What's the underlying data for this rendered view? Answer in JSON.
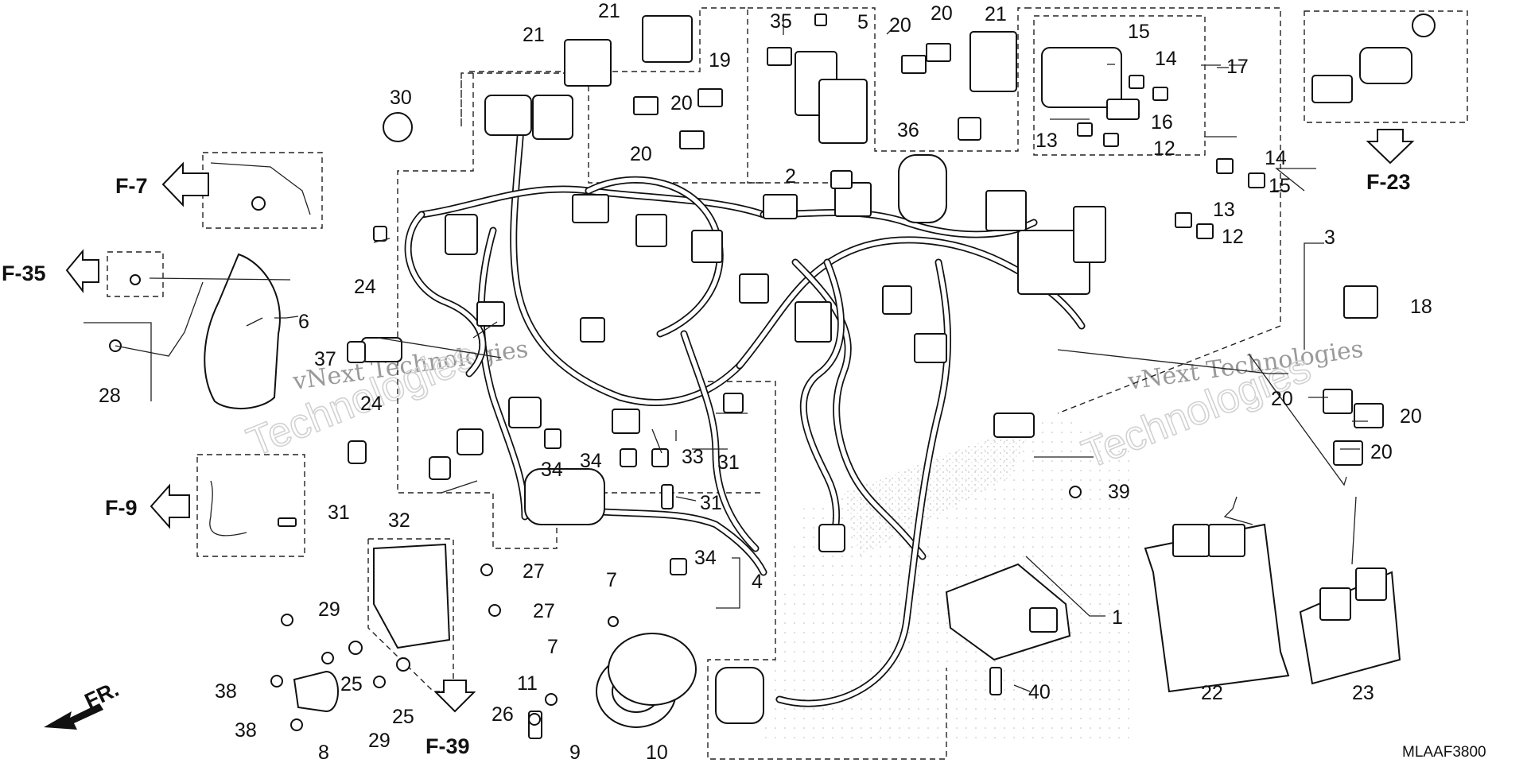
{
  "diagram": {
    "figure_code": "MLAAF3800",
    "watermark_line1": "vNext Technologies",
    "watermark_line2": "Technologies",
    "refs": {
      "f7": "F-7",
      "f35": "F-35",
      "f9": "F-9",
      "f23": "F-23",
      "f39": "F-39",
      "front": "FR."
    },
    "part_labels": [
      {
        "id": "p21a",
        "text": "21"
      },
      {
        "id": "p21b",
        "text": "21"
      },
      {
        "id": "p21c",
        "text": "21"
      },
      {
        "id": "p35",
        "text": "35"
      },
      {
        "id": "p5",
        "text": "5"
      },
      {
        "id": "p20a",
        "text": "20"
      },
      {
        "id": "p20b",
        "text": "20"
      },
      {
        "id": "p19",
        "text": "19"
      },
      {
        "id": "p20c",
        "text": "20"
      },
      {
        "id": "p20d",
        "text": "20"
      },
      {
        "id": "p30",
        "text": "30"
      },
      {
        "id": "p15a",
        "text": "15"
      },
      {
        "id": "p14a",
        "text": "14"
      },
      {
        "id": "p17",
        "text": "17"
      },
      {
        "id": "p16",
        "text": "16"
      },
      {
        "id": "p13a",
        "text": "13"
      },
      {
        "id": "p12a",
        "text": "12"
      },
      {
        "id": "p36",
        "text": "36"
      },
      {
        "id": "p2",
        "text": "2"
      },
      {
        "id": "p14b",
        "text": "14"
      },
      {
        "id": "p15b",
        "text": "15"
      },
      {
        "id": "p13b",
        "text": "13"
      },
      {
        "id": "p12b",
        "text": "12"
      },
      {
        "id": "p3",
        "text": "3"
      },
      {
        "id": "p18",
        "text": "18"
      },
      {
        "id": "p6",
        "text": "6"
      },
      {
        "id": "p24a",
        "text": "24"
      },
      {
        "id": "p37",
        "text": "37"
      },
      {
        "id": "p28",
        "text": "28"
      },
      {
        "id": "p24b",
        "text": "24"
      },
      {
        "id": "p31a",
        "text": "31"
      },
      {
        "id": "p32",
        "text": "32"
      },
      {
        "id": "p34a",
        "text": "34"
      },
      {
        "id": "p34b",
        "text": "34"
      },
      {
        "id": "p33",
        "text": "33"
      },
      {
        "id": "p31b",
        "text": "31"
      },
      {
        "id": "p31c",
        "text": "31"
      },
      {
        "id": "p20e",
        "text": "20"
      },
      {
        "id": "p20f",
        "text": "20"
      },
      {
        "id": "p20g",
        "text": "20"
      },
      {
        "id": "p39",
        "text": "39"
      },
      {
        "id": "p27a",
        "text": "27"
      },
      {
        "id": "p27b",
        "text": "27"
      },
      {
        "id": "p34c",
        "text": "34"
      },
      {
        "id": "p4",
        "text": "4"
      },
      {
        "id": "p7a",
        "text": "7"
      },
      {
        "id": "p1",
        "text": "1"
      },
      {
        "id": "p29a",
        "text": "29"
      },
      {
        "id": "p25a",
        "text": "25"
      },
      {
        "id": "p7b",
        "text": "7"
      },
      {
        "id": "p38a",
        "text": "38"
      },
      {
        "id": "p11",
        "text": "11"
      },
      {
        "id": "p25b",
        "text": "25"
      },
      {
        "id": "p29b",
        "text": "29"
      },
      {
        "id": "p26",
        "text": "26"
      },
      {
        "id": "p38b",
        "text": "38"
      },
      {
        "id": "p8",
        "text": "8"
      },
      {
        "id": "p9",
        "text": "9"
      },
      {
        "id": "p10",
        "text": "10"
      },
      {
        "id": "p40",
        "text": "40"
      },
      {
        "id": "p22",
        "text": "22"
      },
      {
        "id": "p23",
        "text": "23"
      }
    ]
  }
}
